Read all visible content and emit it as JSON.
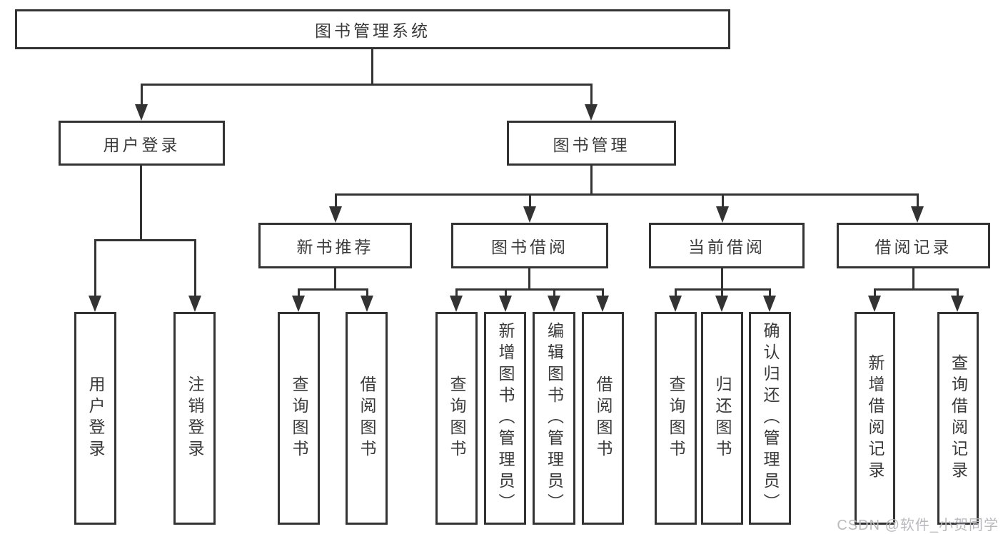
{
  "diagram": {
    "title": "图书管理系统",
    "level1": [
      {
        "label": "用户登录"
      },
      {
        "label": "图书管理"
      }
    ],
    "level2": [
      {
        "label": "新书推荐"
      },
      {
        "label": "图书借阅"
      },
      {
        "label": "当前借阅"
      },
      {
        "label": "借阅记录"
      }
    ],
    "leaves": {
      "login": [
        {
          "label": "用户登录"
        },
        {
          "label": "注销登录"
        }
      ],
      "recommend": [
        {
          "label": "查询图书"
        },
        {
          "label": "借阅图书"
        }
      ],
      "borrow": [
        {
          "label": "查询图书"
        },
        {
          "label": "新增图书（管理员）"
        },
        {
          "label": "编辑图书（管理员）"
        },
        {
          "label": "借阅图书"
        }
      ],
      "current": [
        {
          "label": "查询图书"
        },
        {
          "label": "归还图书"
        },
        {
          "label": "确认归还（管理员）"
        }
      ],
      "records": [
        {
          "label": "新增借阅记录"
        },
        {
          "label": "查询借阅记录"
        }
      ]
    },
    "colors": {
      "line": "#333333",
      "text": "#3a3a3a",
      "background": "#ffffff",
      "watermark": "#b9b9be"
    }
  },
  "watermark": {
    "text": "CSDN @软件_小贺同学"
  }
}
